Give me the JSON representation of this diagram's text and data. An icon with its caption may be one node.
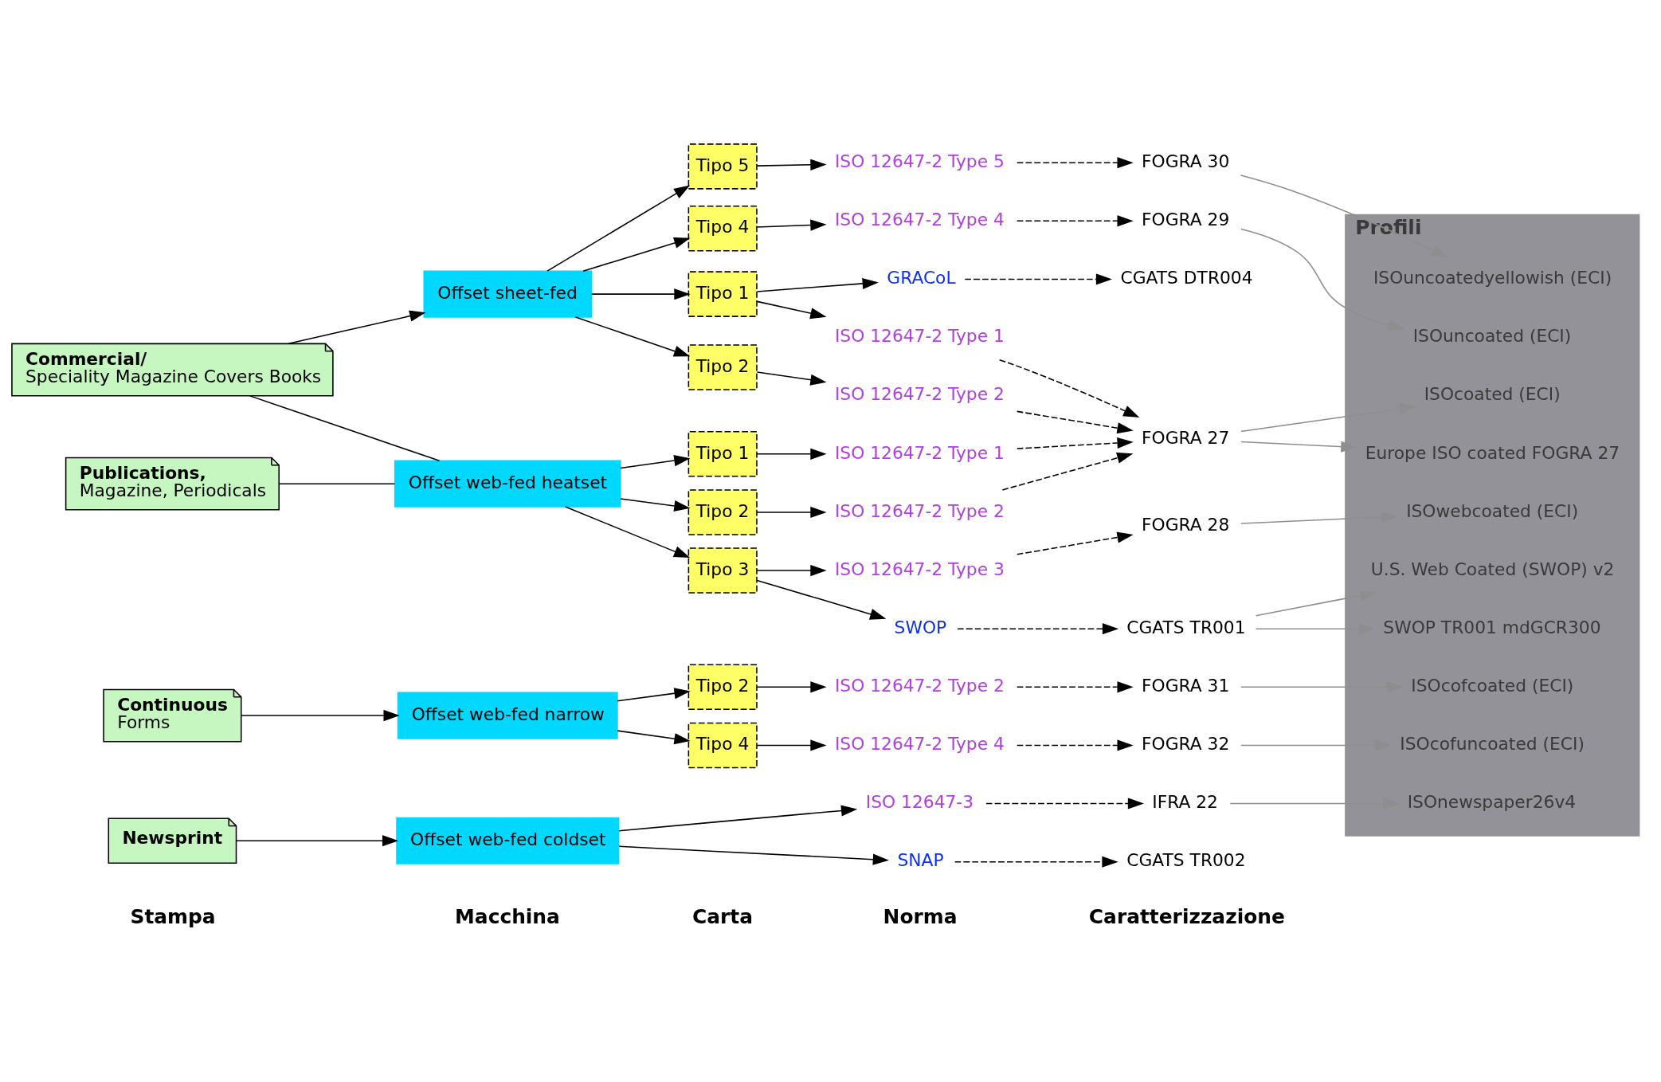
{
  "diagram": {
    "nodes": [
      {
        "text": [
          "Commercial/",
          "Speciality Magazine Covers Books"
        ]
      },
      {
        "text": [
          "Publications,",
          "Magazine, Periodicals"
        ]
      },
      {
        "text": [
          "Continuous",
          "Forms"
        ]
      },
      {
        "text": [
          "Newsprint"
        ]
      },
      {
        "text": [
          "Offset sheet-fed"
        ]
      },
      {
        "text": [
          "Offset web-fed heatset"
        ]
      },
      {
        "text": [
          "Offset web-fed narrow"
        ]
      },
      {
        "text": [
          "Offset web-fed coldset"
        ]
      },
      {
        "text": [
          "Tipo 5"
        ]
      },
      {
        "text": [
          "Tipo 4"
        ]
      },
      {
        "text": [
          "Tipo 2"
        ]
      },
      {
        "text": [
          "Tipo 1"
        ]
      },
      {
        "text": [
          "Tipo 1"
        ]
      },
      {
        "text": [
          "Tipo 2"
        ]
      },
      {
        "text": [
          "Tipo 3"
        ]
      },
      {
        "text": [
          "Tipo 2"
        ]
      },
      {
        "text": [
          "Tipo 4"
        ]
      },
      {
        "text": [
          "ISO 12647-2 Type 5"
        ]
      },
      {
        "text": [
          "ISO 12647-2 Type 4"
        ]
      },
      {
        "text": [
          "ISO 12647-2 Type 2"
        ]
      },
      {
        "text": [
          "ISO 12647-2 Type 1"
        ]
      },
      {
        "text": [
          "GRACoL"
        ]
      },
      {
        "text": [
          "ISO 12647-2 Type 1"
        ]
      },
      {
        "text": [
          "ISO 12647-2 Type 2"
        ]
      },
      {
        "text": [
          "ISO 12647-2 Type 3"
        ]
      },
      {
        "text": [
          "SWOP"
        ]
      },
      {
        "text": [
          "ISO 12647-2 Type 2"
        ]
      },
      {
        "text": [
          "ISO 12647-2 Type 4"
        ]
      },
      {
        "text": [
          "ISO 12647-3"
        ]
      },
      {
        "text": [
          "SNAP"
        ]
      },
      {
        "text": [
          "FOGRA 30"
        ]
      },
      {
        "text": [
          "FOGRA 29"
        ]
      },
      {
        "text": [
          "FOGRA 27"
        ]
      },
      {
        "text": [
          "CGATS DTR004"
        ]
      },
      {
        "text": [
          "FOGRA 28"
        ]
      },
      {
        "text": [
          "CGATS TR001"
        ]
      },
      {
        "text": [
          "FOGRA 31"
        ]
      },
      {
        "text": [
          "FOGRA 32"
        ]
      },
      {
        "text": [
          "IFRA 22"
        ]
      },
      {
        "text": [
          "CGATS TR002"
        ]
      },
      {
        "text": [
          "Profili"
        ]
      },
      {
        "text": [
          "ISOuncoatedyellowish (ECI)"
        ],
        "in": 40
      },
      {
        "text": [
          "ISOuncoated (ECI)"
        ],
        "in": 40
      },
      {
        "text": [
          "ISOcoated (ECI)"
        ],
        "in": 40
      },
      {
        "text": [
          "Europe ISO coated FOGRA 27"
        ],
        "in": 40
      },
      {
        "text": [
          "ISOwebcoated (ECI)"
        ],
        "in": 40
      },
      {
        "text": [
          "U.S. Web Coated (SWOP) v2"
        ],
        "in": 40
      },
      {
        "text": [
          "SWOP TR001 mdGCR300"
        ],
        "in": 40
      },
      {
        "text": [
          "ISOcofcoated (ECI)"
        ],
        "in": 40
      },
      {
        "text": [
          "ISOcofuncoated (ECI)"
        ],
        "in": 40
      },
      {
        "text": [
          "ISOnewspaper26v4"
        ],
        "in": 40
      }
    ],
    "edges": [
      {
        "from": 0,
        "to": 4,
        "arrow": "to"
      },
      {
        "from": 0,
        "to": 5,
        "arrow": "none"
      },
      {
        "from": 1,
        "to": 5,
        "arrow": "none"
      },
      {
        "from": 2,
        "to": 6,
        "arrow": "to"
      },
      {
        "from": 3,
        "to": 7,
        "arrow": "to"
      },
      {
        "from": 4,
        "to": 8,
        "arrow": "to"
      },
      {
        "from": 4,
        "to": 9,
        "arrow": "to"
      },
      {
        "from": 4,
        "to": 10,
        "arrow": "to"
      },
      {
        "from": 4,
        "to": 11,
        "arrow": "to"
      },
      {
        "from": 5,
        "to": 12,
        "arrow": "to"
      },
      {
        "from": 5,
        "to": 13,
        "arrow": "to"
      },
      {
        "from": 5,
        "to": 14,
        "arrow": "to"
      },
      {
        "from": 6,
        "to": 15,
        "arrow": "to"
      },
      {
        "from": 6,
        "to": 16,
        "arrow": "to"
      },
      {
        "from": 7,
        "to": 28,
        "arrow": "to"
      },
      {
        "from": 7,
        "to": 29,
        "arrow": "to"
      },
      {
        "from": 8,
        "to": 17,
        "arrow": "to"
      },
      {
        "from": 9,
        "to": 18,
        "arrow": "to"
      },
      {
        "from": 10,
        "to": 19,
        "arrow": "to"
      },
      {
        "from": 11,
        "to": 20,
        "arrow": "to"
      },
      {
        "from": 11,
        "to": 21,
        "arrow": "to"
      },
      {
        "from": 12,
        "to": 22,
        "arrow": "to"
      },
      {
        "from": 13,
        "to": 23,
        "arrow": "to"
      },
      {
        "from": 14,
        "to": 24,
        "arrow": "to"
      },
      {
        "from": 14,
        "to": 25,
        "arrow": "to"
      },
      {
        "from": 15,
        "to": 26,
        "arrow": "to"
      },
      {
        "from": 16,
        "to": 27,
        "arrow": "to"
      },
      {
        "from": 17,
        "to": 30,
        "arrow": "to",
        "style": "dashed"
      },
      {
        "from": 18,
        "to": 31,
        "arrow": "to",
        "style": "dashed"
      },
      {
        "from": 19,
        "to": 32,
        "arrow": "to",
        "style": "dashed"
      },
      {
        "from": 20,
        "to": 32,
        "arrow": "to",
        "style": "dashed"
      },
      {
        "from": 21,
        "to": 33,
        "arrow": "to",
        "style": "dashed"
      },
      {
        "from": 22,
        "to": 32,
        "arrow": "to",
        "style": "dashed"
      },
      {
        "from": 23,
        "to": 32,
        "arrow": "to",
        "style": "dashed"
      },
      {
        "from": 24,
        "to": 34,
        "arrow": "to",
        "style": "dashed"
      },
      {
        "from": 25,
        "to": 35,
        "arrow": "to",
        "style": "dashed"
      },
      {
        "from": 26,
        "to": 36,
        "arrow": "to",
        "style": "dashed"
      },
      {
        "from": 27,
        "to": 37,
        "arrow": "to",
        "style": "dashed"
      },
      {
        "from": 28,
        "to": 38,
        "arrow": "to",
        "style": "dashed"
      },
      {
        "from": 29,
        "to": 39,
        "arrow": "to",
        "style": "dashed"
      },
      {
        "from": 30,
        "to": 41,
        "arrow": "to",
        "color": "#8e8e8e"
      },
      {
        "from": 31,
        "to": 42,
        "arrow": "to",
        "color": "#8e8e8e"
      },
      {
        "from": 32,
        "to": 43,
        "arrow": "to",
        "color": "#8e8e8e"
      },
      {
        "from": 32,
        "to": 44,
        "arrow": "to",
        "color": "#8e8e8e"
      },
      {
        "from": 34,
        "to": 45,
        "arrow": "to",
        "color": "#8e8e8e"
      },
      {
        "from": 35,
        "to": 46,
        "arrow": "to",
        "color": "#8e8e8e"
      },
      {
        "from": 35,
        "to": 47,
        "arrow": "to",
        "color": "#8e8e8e"
      },
      {
        "from": 36,
        "to": 48,
        "arrow": "to",
        "color": "#8e8e8e"
      },
      {
        "from": 37,
        "to": 49,
        "arrow": "to",
        "color": "#8e8e8e"
      },
      {
        "from": 38,
        "to": 50,
        "arrow": "to",
        "color": "#8e8e8e"
      }
    ],
    "labels": [
      "Stampa",
      "Macchina",
      "Carta",
      "Norma",
      "Caratterizzazione"
    ]
  }
}
